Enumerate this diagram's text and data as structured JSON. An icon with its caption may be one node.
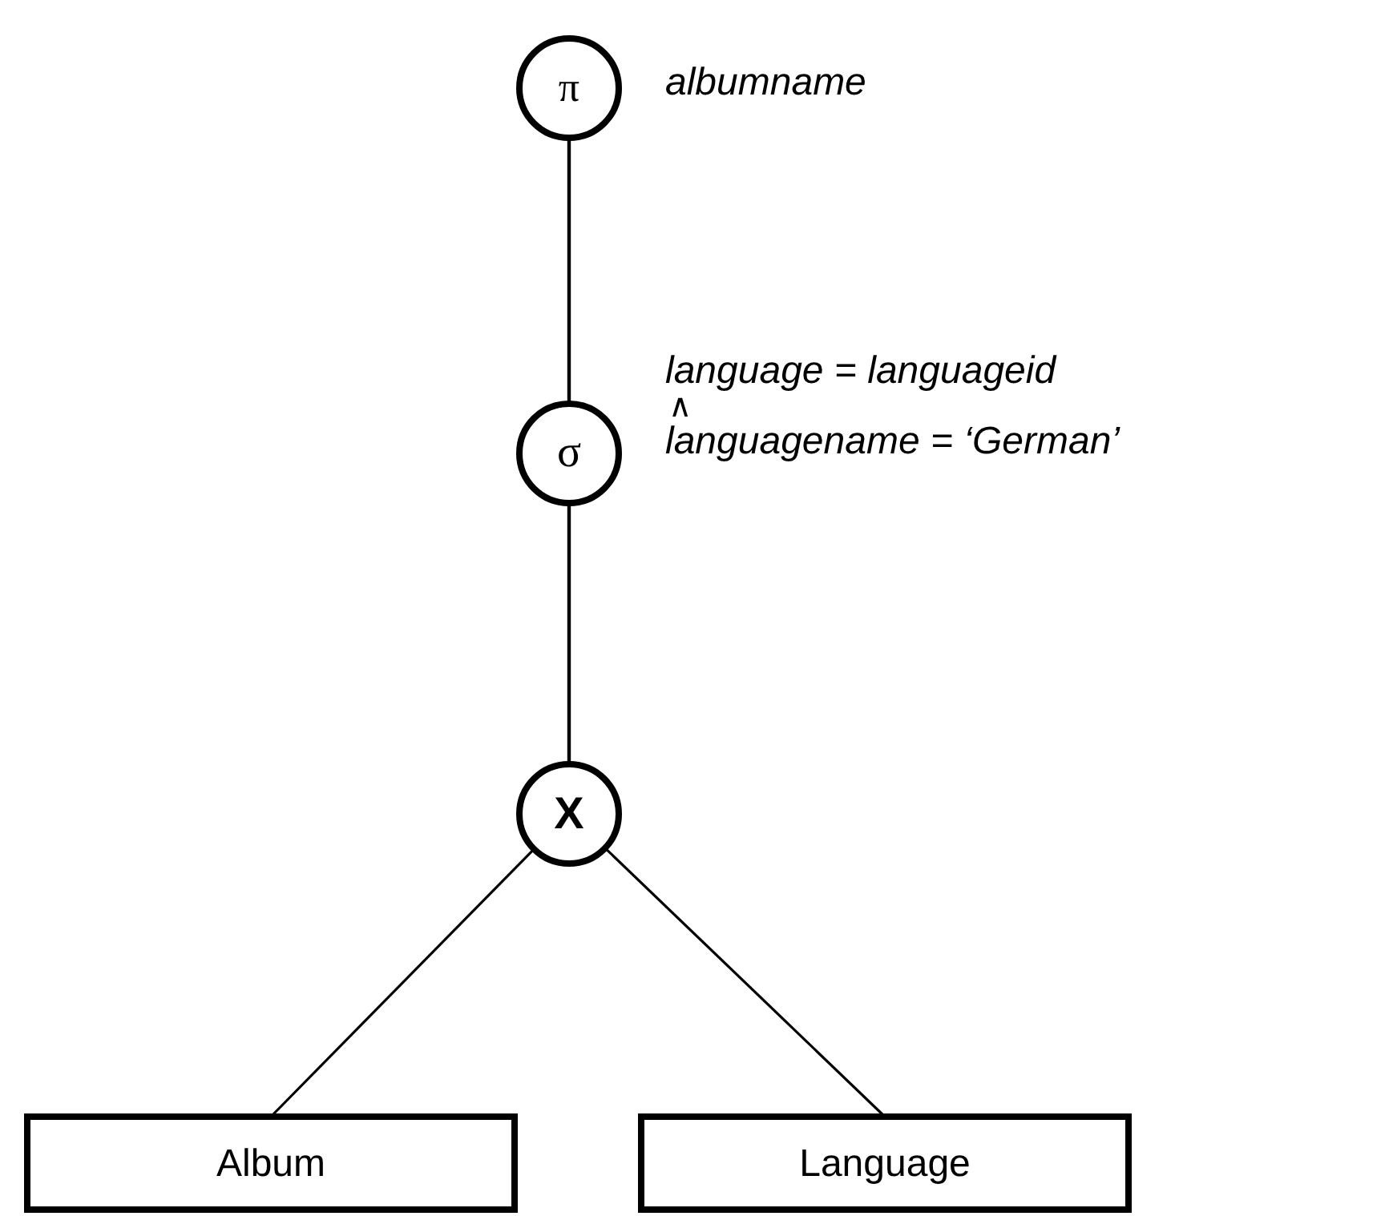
{
  "diagram": {
    "nodes": [
      {
        "text": [
          "π"
        ],
        "beside": [
          "albumname"
        ]
      },
      {
        "text": [
          "σ"
        ],
        "beside": [
          "language = languageid",
          "∧",
          "languagename = ‘German’"
        ]
      },
      {
        "text": [
          "X"
        ]
      },
      {
        "text": [
          "Album"
        ]
      },
      {
        "text": [
          "Language"
        ]
      }
    ],
    "edges": [
      {
        "from": 0,
        "to": 1,
        "arrow": "none"
      },
      {
        "from": 1,
        "to": 2,
        "arrow": "none"
      },
      {
        "from": 2,
        "to": 3,
        "arrow": "none"
      },
      {
        "from": 2,
        "to": 4,
        "arrow": "none"
      }
    ]
  }
}
